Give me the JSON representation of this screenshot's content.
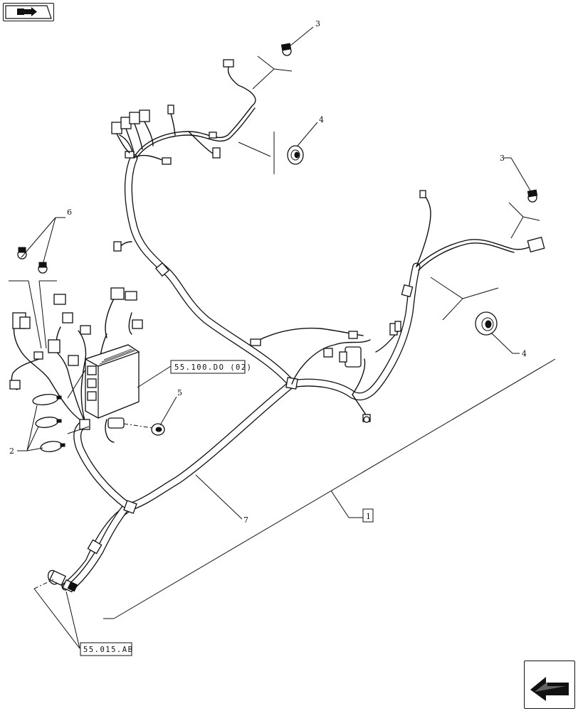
{
  "callouts": {
    "c1": "1",
    "c2": "2",
    "c3a": "3",
    "c3b": "3",
    "c4a": "4",
    "c4b": "4",
    "c5": "5",
    "c6": "6",
    "c7": "7"
  },
  "references": {
    "ref_top": "55.100.DO (02)",
    "ref_bottom": "55.015.AB"
  },
  "navigation": {
    "previous_icon": "arrow-previous-icon",
    "next_icon": "arrow-next-icon"
  }
}
